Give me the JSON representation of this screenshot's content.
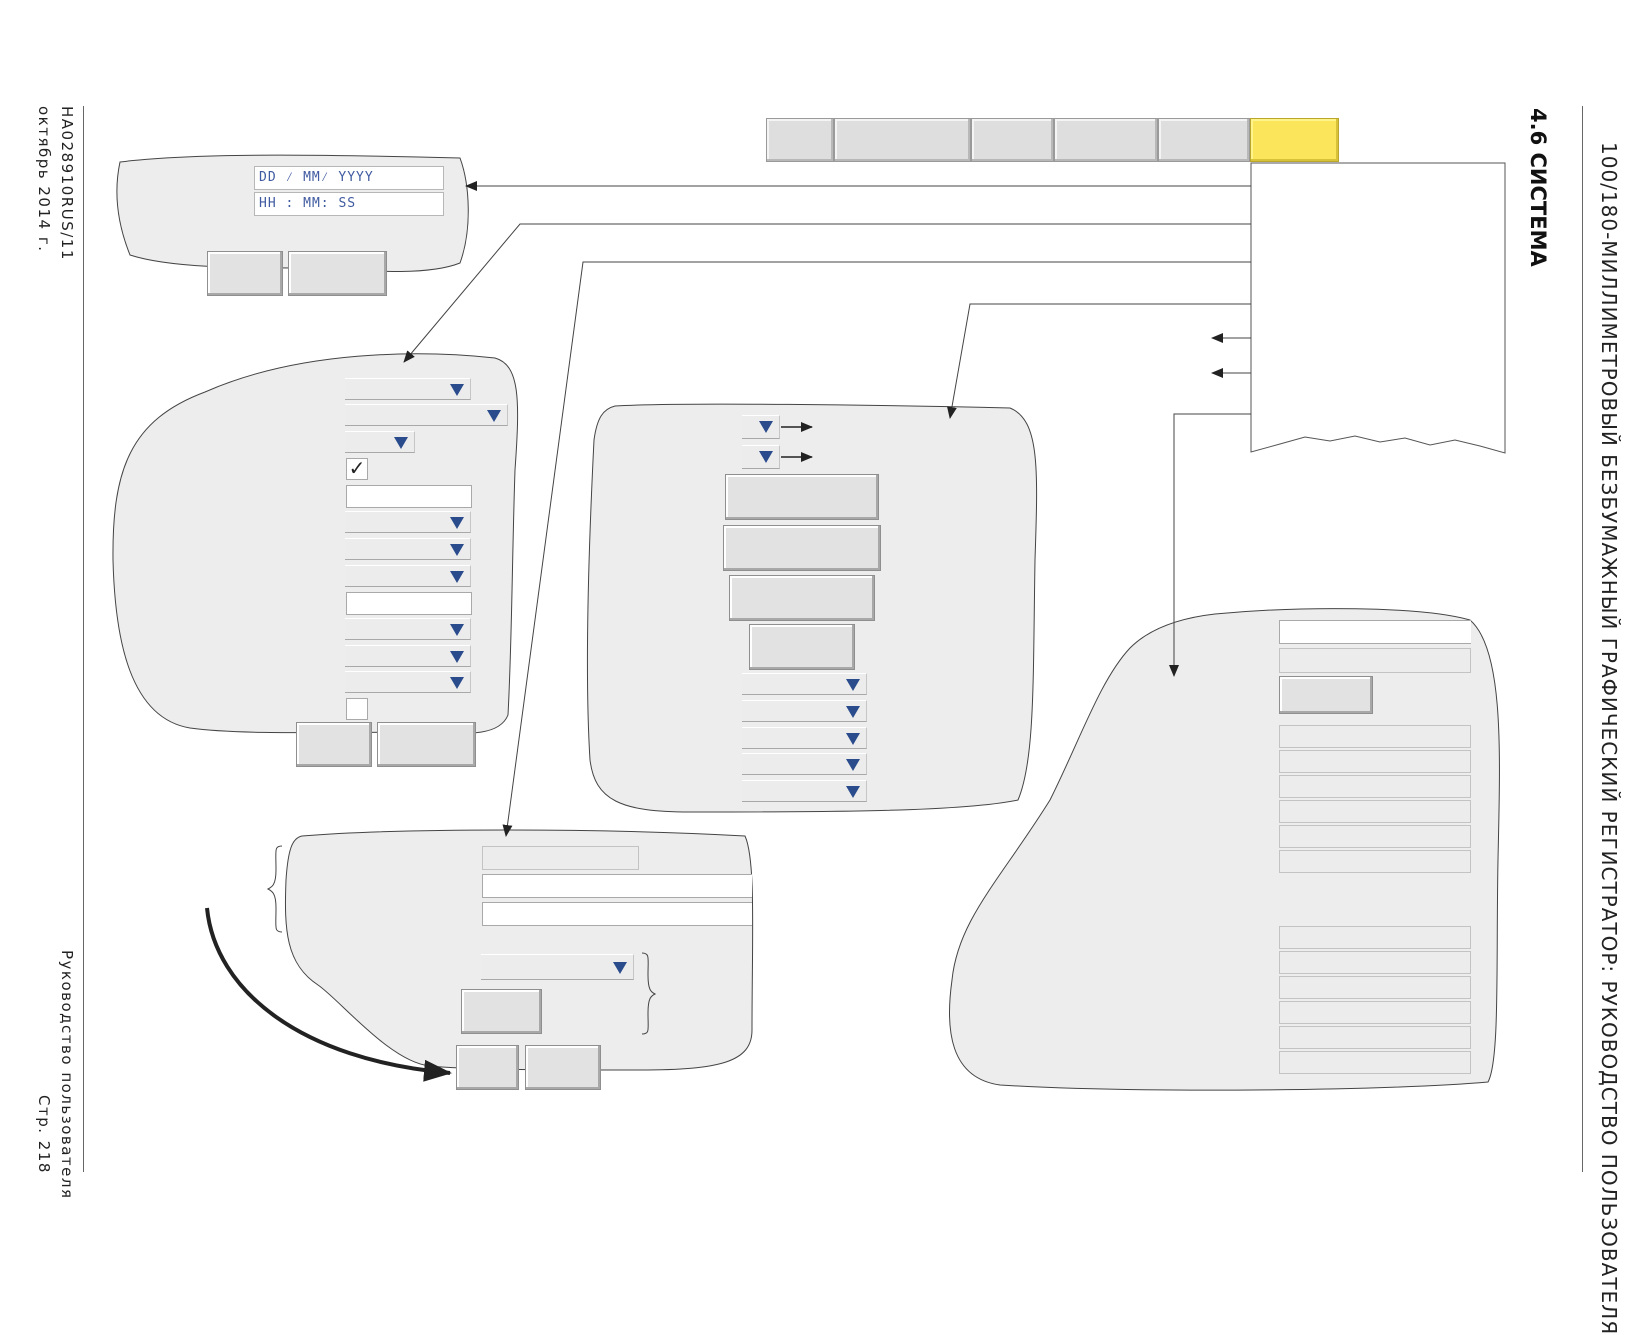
{
  "page": {
    "header_title": "100/180-МИЛЛИМЕТРОВЫЙ БЕЗБУМАЖНЫЙ ГРАФИЧЕСКИЙ РЕГИСТРАТОР: РУКОВОДСТВО ПОЛЬЗОВАТЕЛЯ",
    "section_title": "4.6  СИСТЕМА",
    "footer": {
      "doc_number": "HA028910RUS/11",
      "date": "октябрь 2014 г.",
      "manual": "Руководство пользователя",
      "page": "Стр. 218"
    }
  },
  "datetime_panel": {
    "date_format": "DD ⁄ MM⁄ YYYY",
    "time_format": "HH : MM: SS"
  },
  "colors": {
    "active_tab": "#fbe55a",
    "panel_fill": "#ededed",
    "dropdown_arrow": "#2a4c8c"
  }
}
